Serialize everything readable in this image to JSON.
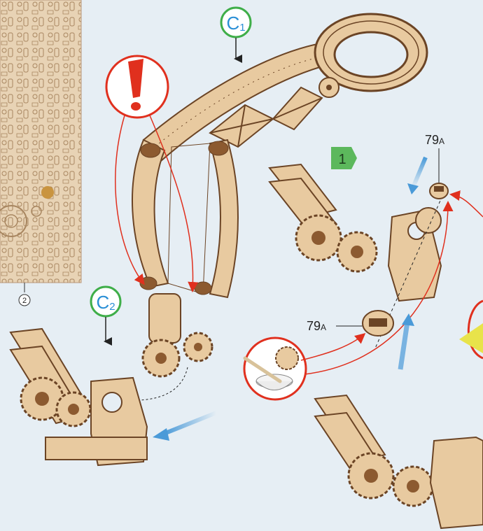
{
  "callouts": {
    "c1": {
      "letter": "C",
      "sub": "1"
    },
    "c2": {
      "letter": "C",
      "sub": "2"
    }
  },
  "sheet": {
    "number": "2"
  },
  "step": {
    "number": "1"
  },
  "parts": {
    "part_top": {
      "main": "79",
      "sub": "A"
    },
    "part_mid": {
      "main": "79",
      "sub": "A"
    }
  },
  "colors": {
    "wood": "#e8caa0",
    "wood_dark": "#6b4425",
    "callout_green": "#3fae49",
    "callout_blue": "#2a8fd6",
    "warning_red": "#e0301e",
    "arrow_blue": "#4a9ad8",
    "step_green": "#5cb85c",
    "glue_yellow": "#e8e34a"
  },
  "icons": [
    "warning-exclamation-icon",
    "glue-applicator-icon"
  ]
}
